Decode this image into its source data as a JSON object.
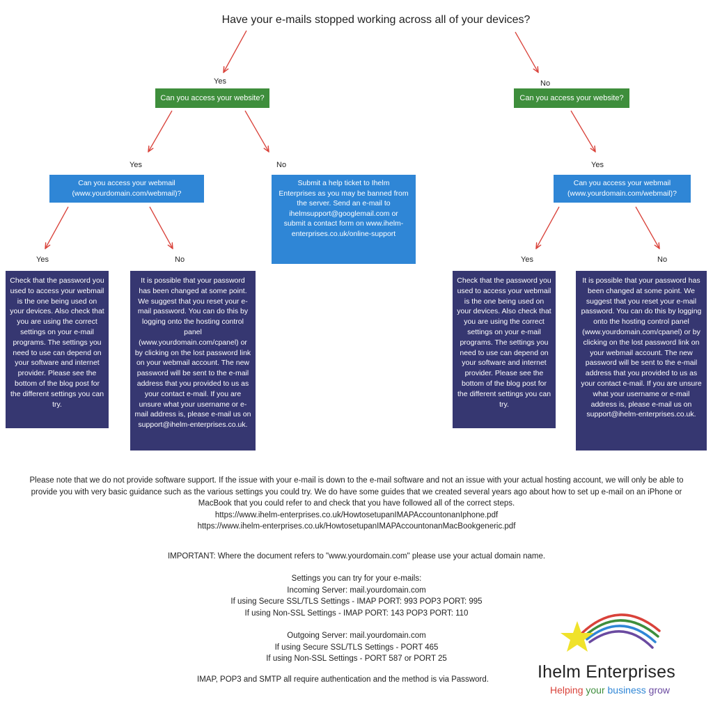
{
  "title": "Have your e-mails stopped working across all of your devices?",
  "labels": {
    "yes": "Yes",
    "no": "No"
  },
  "question_website": "Can you access your website?",
  "question_webmail": "Can you access your webmail (www.yourdomain.com/webmail)?",
  "ticket_box": "Submit a help ticket to Ihelm Enterprises as you may be banned from the server. Send an e-mail to ihelmsupport@googlemail.com or submit a contact form on www.ihelm-enterprises.co.uk/online-support",
  "check_box": "Check that the password you used to access your webmail is the one being used on your devices. Also check that you are using the correct settings on your e-mail programs. The settings you need to use can depend on your software and internet provider. Please see the bottom of the blog post for the different settings you can try.",
  "reset_box": "It is possible that your password has been changed at some point. We suggest that you reset your e-mail password. You can do this by logging onto the hosting control panel (www.yourdomain.com/cpanel) or by clicking on the lost password link on your webmail account. The new password will be sent to the e-mail address that you provided to us as your contact e-mail. If you are unsure what your username or e-mail address is, please e-mail us on support@ihelm-enterprises.co.uk.",
  "footer": {
    "note": "Please note that we do not provide software support. If the issue with your e-mail is down to the e-mail software and not an issue with your actual hosting account, we will only be able to provide you with very basic guidance such as the various settings you could try. We do have some guides that we created several years ago about how to set up e-mail on an iPhone or MacBook that you could refer to and check that you have followed all of the correct steps.",
    "link_iphone": "https://www.ihelm-enterprises.co.uk/HowtosetupanIMAPAccountonanIphone.pdf",
    "link_macbook": "https://www.ihelm-enterprises.co.uk/HowtosetupanIMAPAccountonanMacBookgeneric.pdf",
    "important": "IMPORTANT: Where the document refers to \"www.yourdomain.com\" please use your actual domain name.",
    "settings_heading": "Settings you can try for your e-mails:",
    "incoming_server": "Incoming Server: mail.yourdomain.com",
    "incoming_ssl": "If using Secure SSL/TLS Settings - IMAP PORT: 993  POP3 PORT: 995",
    "incoming_nonssl": "If using Non-SSL Settings - IMAP PORT: 143  POP3 PORT: 110",
    "outgoing_server": "Outgoing Server: mail.yourdomain.com",
    "outgoing_ssl": "If using Secure SSL/TLS Settings - PORT 465",
    "outgoing_nonssl": "If using Non-SSL Settings - PORT 587 or PORT 25",
    "auth": "IMAP, POP3 and SMTP all require authentication and the method is via Password."
  },
  "brand": {
    "name": "Ihelm Enterprises",
    "tag_1": "Helping",
    "tag_2": "your",
    "tag_3": "business",
    "tag_4": "grow"
  },
  "colors": {
    "arrow": "#d9423a",
    "green_box": "#3e8e3c",
    "blue_box": "#2f86d6",
    "navy_box": "#363771",
    "tag_helping": "#d9423a",
    "tag_your": "#3e8e3c",
    "tag_business": "#2f86d6",
    "tag_grow": "#6a4aa0"
  }
}
